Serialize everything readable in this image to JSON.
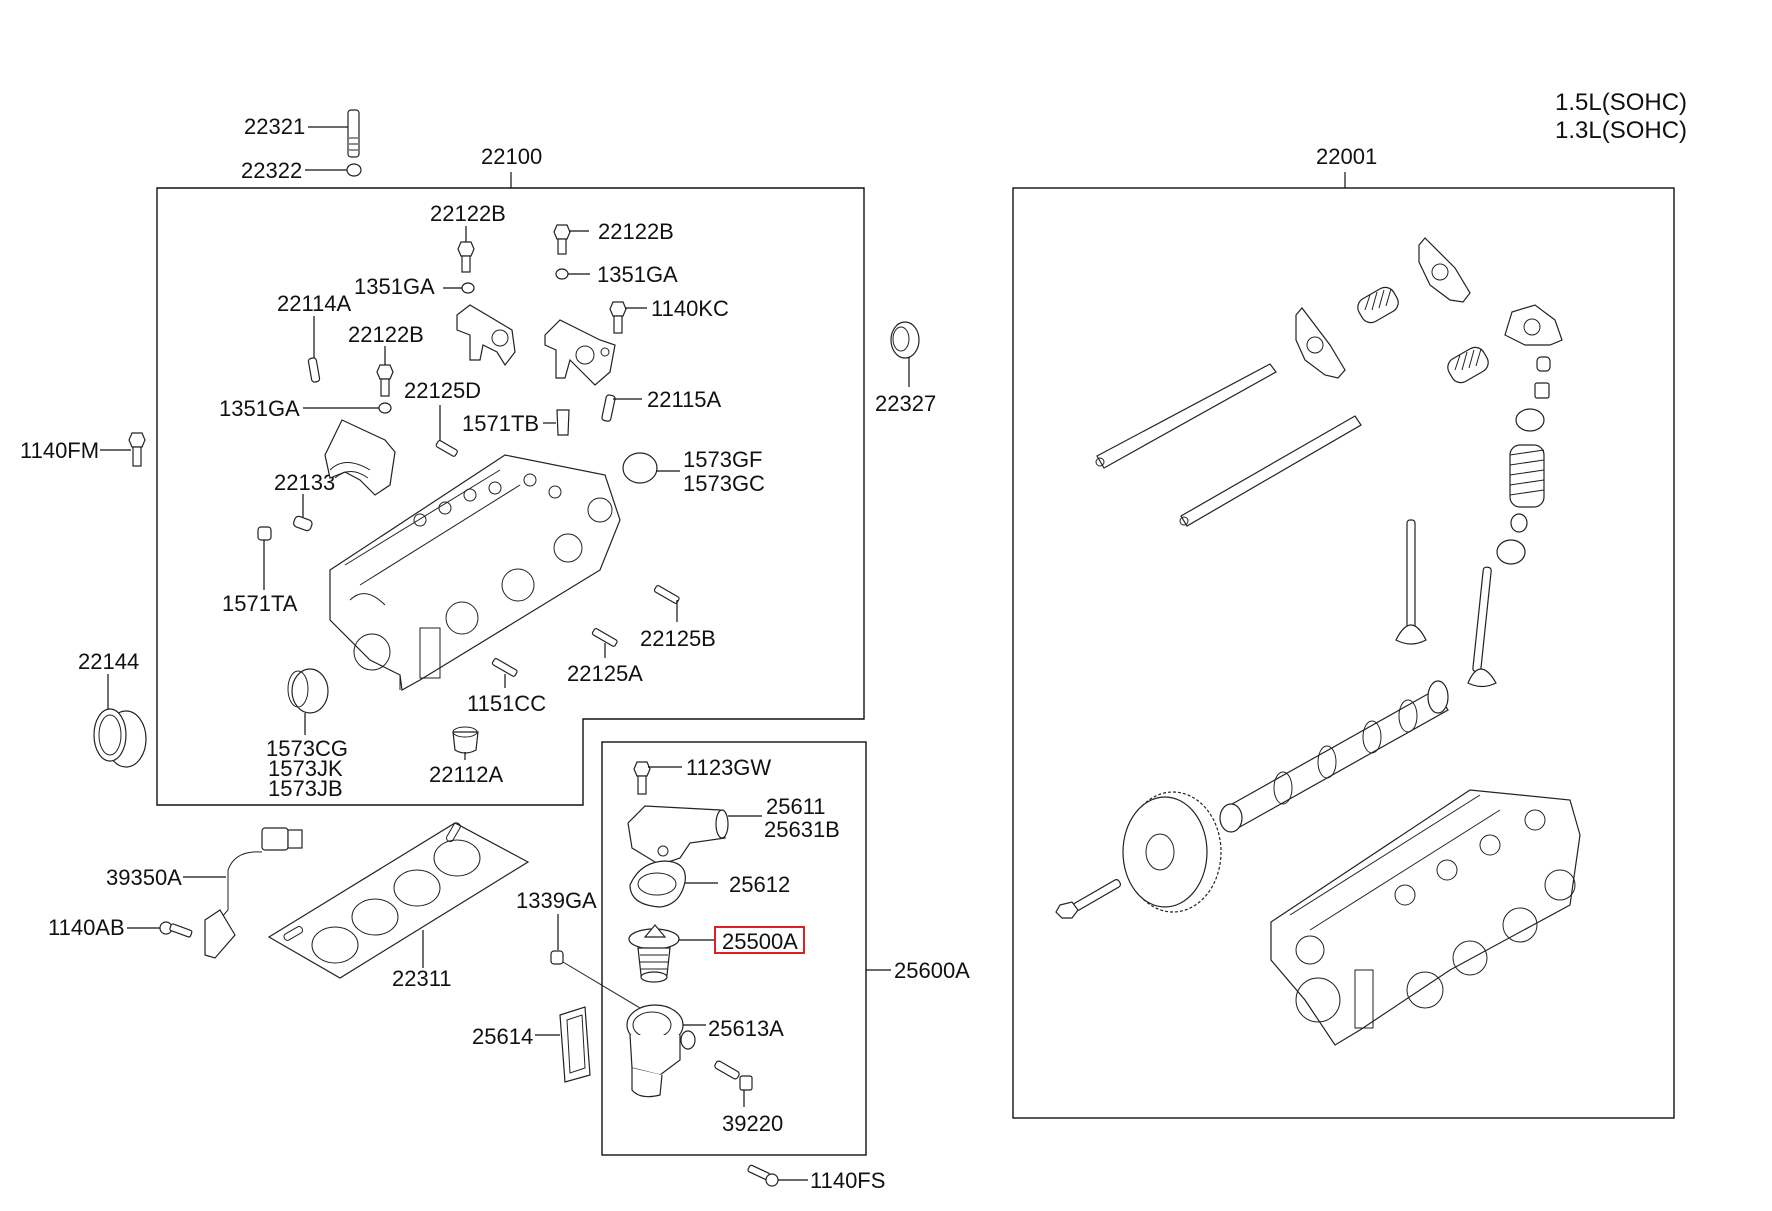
{
  "variant": {
    "lines": [
      "1.5L(SOHC)",
      "1.3L(SOHC)"
    ]
  },
  "groups": {
    "cylinder_head": "22100",
    "head_assembly": "22001",
    "thermostat_housing": "25600A"
  },
  "labels": {
    "p22321": "22321",
    "p22322": "22322",
    "p22122B_a": "22122B",
    "p22122B_b": "22122B",
    "p22122B_c": "22122B",
    "p1351GA_a": "1351GA",
    "p1351GA_b": "1351GA",
    "p1351GA_c": "1351GA",
    "p22114A": "22114A",
    "p1140KC": "1140KC",
    "p22125D": "22125D",
    "p22115A": "22115A",
    "p1571TB": "1571TB",
    "p1140FM": "1140FM",
    "p1573GF": "1573GF",
    "p1573GC": "1573GC",
    "p22133": "22133",
    "p22327": "22327",
    "p1571TA": "1571TA",
    "p22125B": "22125B",
    "p22125A": "22125A",
    "p22144": "22144",
    "p1151CC": "1151CC",
    "p1573CG": "1573CG",
    "p1573JK": "1573JK",
    "p1573JB": "1573JB",
    "p22112A": "22112A",
    "p1123GW": "1123GW",
    "p25611": "25611",
    "p25631B": "25631B",
    "p39350A": "39350A",
    "p25612": "25612",
    "p1339GA": "1339GA",
    "p1140AB": "1140AB",
    "p25500A": "25500A",
    "p22311": "22311",
    "p25614": "25614",
    "p25613A": "25613A",
    "p39220": "39220",
    "p1140FS": "1140FS"
  },
  "highlight": {
    "part": "25500A",
    "color": "#e02020"
  }
}
